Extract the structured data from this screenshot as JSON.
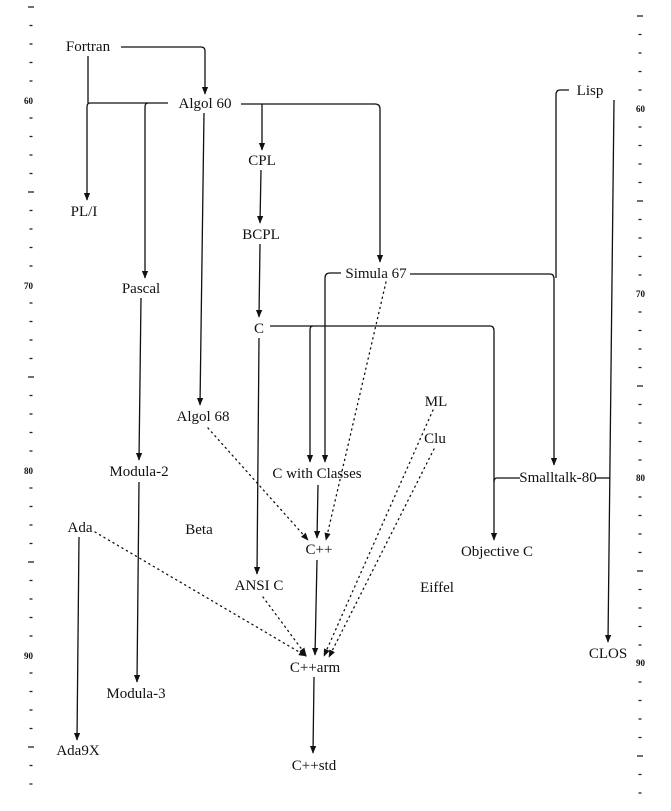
{
  "title": "Programming language genealogy",
  "axis_labels": [
    "60",
    "70",
    "80",
    "90"
  ],
  "nodes": {
    "fortran": "Fortran",
    "algol60": "Algol 60",
    "lisp": "Lisp",
    "cpl": "CPL",
    "pli": "PL/I",
    "bcpl": "BCPL",
    "pascal": "Pascal",
    "simula67": "Simula 67",
    "c": "C",
    "algol68": "Algol 68",
    "ml": "ML",
    "clu": "Clu",
    "modula2": "Modula-2",
    "cwithclasses": "C with Classes",
    "smalltalk80": "Smalltalk-80",
    "ada": "Ada",
    "beta": "Beta",
    "cpp": "C++",
    "objectivec": "Objective C",
    "ansic": "ANSI C",
    "eiffel": "Eiffel",
    "clos": "CLOS",
    "cpparm": "C++arm",
    "modula3": "Modula-3",
    "ada9x": "Ada9X",
    "cppstd": "C++std"
  },
  "edges": [
    {
      "from": "Fortran",
      "to": "Algol 60",
      "style": "solid"
    },
    {
      "from": "Fortran",
      "to": "PL/I",
      "style": "solid"
    },
    {
      "from": "Algol 60",
      "to": "PL/I",
      "style": "solid"
    },
    {
      "from": "Algol 60",
      "to": "Pascal",
      "style": "solid"
    },
    {
      "from": "Algol 60",
      "to": "Algol 68",
      "style": "solid"
    },
    {
      "from": "Algol 60",
      "to": "CPL",
      "style": "solid"
    },
    {
      "from": "Algol 60",
      "to": "Simula 67",
      "style": "solid"
    },
    {
      "from": "CPL",
      "to": "BCPL",
      "style": "solid"
    },
    {
      "from": "BCPL",
      "to": "C",
      "style": "solid"
    },
    {
      "from": "C",
      "to": "C with Classes",
      "style": "solid"
    },
    {
      "from": "C",
      "to": "Objective C",
      "style": "solid"
    },
    {
      "from": "C",
      "to": "ANSI C",
      "style": "solid"
    },
    {
      "from": "Simula 67",
      "to": "C with Classes",
      "style": "solid"
    },
    {
      "from": "Simula 67",
      "to": "Smalltalk-80",
      "style": "solid"
    },
    {
      "from": "Lisp",
      "to": "Smalltalk-80",
      "style": "solid"
    },
    {
      "from": "Lisp",
      "to": "CLOS",
      "style": "solid"
    },
    {
      "from": "Smalltalk-80",
      "to": "Objective C",
      "style": "solid"
    },
    {
      "from": "Smalltalk-80",
      "to": "CLOS",
      "style": "solid"
    },
    {
      "from": "Pascal",
      "to": "Modula-2",
      "style": "solid"
    },
    {
      "from": "Modula-2",
      "to": "Modula-3",
      "style": "solid"
    },
    {
      "from": "C with Classes",
      "to": "C++",
      "style": "solid"
    },
    {
      "from": "C++",
      "to": "C++arm",
      "style": "solid"
    },
    {
      "from": "C++arm",
      "to": "C++std",
      "style": "solid"
    },
    {
      "from": "Ada",
      "to": "Ada9X",
      "style": "solid"
    },
    {
      "from": "Algol 68",
      "to": "C++",
      "style": "dotted"
    },
    {
      "from": "Simula 67",
      "to": "C++",
      "style": "dotted"
    },
    {
      "from": "Ada",
      "to": "C++arm",
      "style": "dotted"
    },
    {
      "from": "ANSI C",
      "to": "C++arm",
      "style": "dotted"
    },
    {
      "from": "ML",
      "to": "C++arm",
      "style": "dotted"
    },
    {
      "from": "Clu",
      "to": "C++arm",
      "style": "dotted"
    }
  ]
}
